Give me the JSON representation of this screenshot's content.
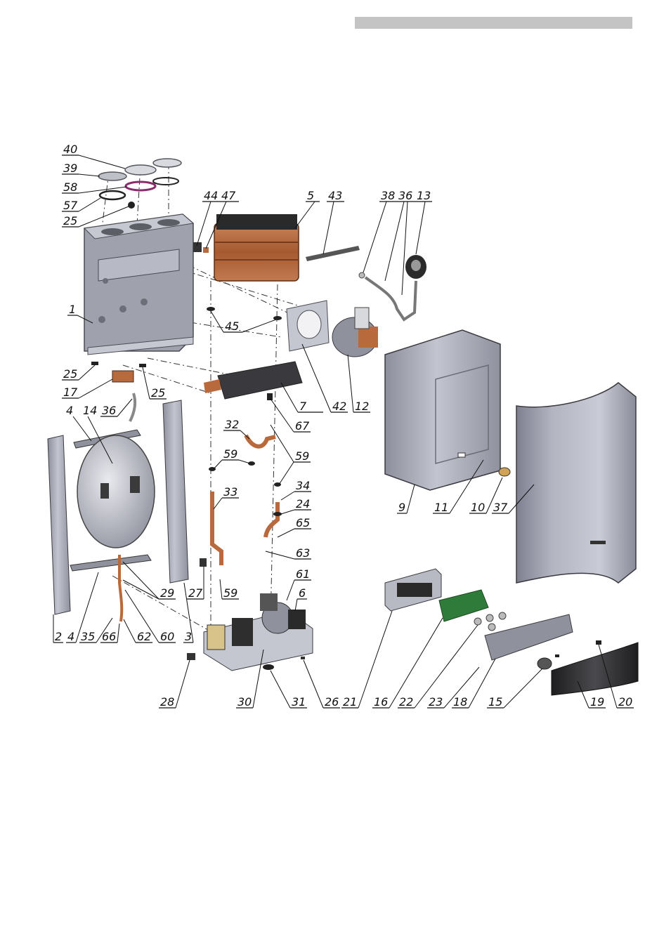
{
  "colors": {
    "header_bar": "#c4c4c4",
    "frame": "#9da0ab",
    "copper": "#b86a3c",
    "panel": "#a9abb7",
    "pcb": "#2f7b3a",
    "front_cover": "#3a3a3c"
  },
  "callouts": [
    {
      "id": "c40",
      "text": "40"
    },
    {
      "id": "c39",
      "text": "39"
    },
    {
      "id": "c58",
      "text": "58"
    },
    {
      "id": "c57",
      "text": "57"
    },
    {
      "id": "c25a",
      "text": "25"
    },
    {
      "id": "c44",
      "text": "44"
    },
    {
      "id": "c47",
      "text": "47"
    },
    {
      "id": "c5",
      "text": "5"
    },
    {
      "id": "c43",
      "text": "43"
    },
    {
      "id": "c38",
      "text": "38"
    },
    {
      "id": "c36a",
      "text": "36"
    },
    {
      "id": "c13",
      "text": "13"
    },
    {
      "id": "c1",
      "text": "1"
    },
    {
      "id": "c45",
      "text": "45"
    },
    {
      "id": "c25b",
      "text": "25"
    },
    {
      "id": "c17",
      "text": "17"
    },
    {
      "id": "c25c",
      "text": "25"
    },
    {
      "id": "c36b",
      "text": "36"
    },
    {
      "id": "c4a",
      "text": "4"
    },
    {
      "id": "c14",
      "text": "14"
    },
    {
      "id": "c7",
      "text": "7"
    },
    {
      "id": "c42",
      "text": "42"
    },
    {
      "id": "c12",
      "text": "12"
    },
    {
      "id": "c67",
      "text": "67"
    },
    {
      "id": "c32",
      "text": "32"
    },
    {
      "id": "c59a",
      "text": "59"
    },
    {
      "id": "c59b",
      "text": "59"
    },
    {
      "id": "c33",
      "text": "33"
    },
    {
      "id": "c34",
      "text": "34"
    },
    {
      "id": "c24",
      "text": "24"
    },
    {
      "id": "c65",
      "text": "65"
    },
    {
      "id": "c63",
      "text": "63"
    },
    {
      "id": "c9",
      "text": "9"
    },
    {
      "id": "c11",
      "text": "11"
    },
    {
      "id": "c10",
      "text": "10"
    },
    {
      "id": "c37",
      "text": "37"
    },
    {
      "id": "c29",
      "text": "29"
    },
    {
      "id": "c27",
      "text": "27"
    },
    {
      "id": "c59c",
      "text": "59"
    },
    {
      "id": "c61",
      "text": "61"
    },
    {
      "id": "c6",
      "text": "6"
    },
    {
      "id": "c2",
      "text": "2"
    },
    {
      "id": "c35",
      "text": "35"
    },
    {
      "id": "c4b",
      "text": "4"
    },
    {
      "id": "c66",
      "text": "66"
    },
    {
      "id": "c62",
      "text": "62"
    },
    {
      "id": "c60",
      "text": "60"
    },
    {
      "id": "c3",
      "text": "3"
    },
    {
      "id": "c28",
      "text": "28"
    },
    {
      "id": "c30",
      "text": "30"
    },
    {
      "id": "c31",
      "text": "31"
    },
    {
      "id": "c26",
      "text": "26"
    },
    {
      "id": "c21",
      "text": "21"
    },
    {
      "id": "c16",
      "text": "16"
    },
    {
      "id": "c22",
      "text": "22"
    },
    {
      "id": "c23",
      "text": "23"
    },
    {
      "id": "c18",
      "text": "18"
    },
    {
      "id": "c15",
      "text": "15"
    },
    {
      "id": "c19",
      "text": "19"
    },
    {
      "id": "c20",
      "text": "20"
    }
  ]
}
